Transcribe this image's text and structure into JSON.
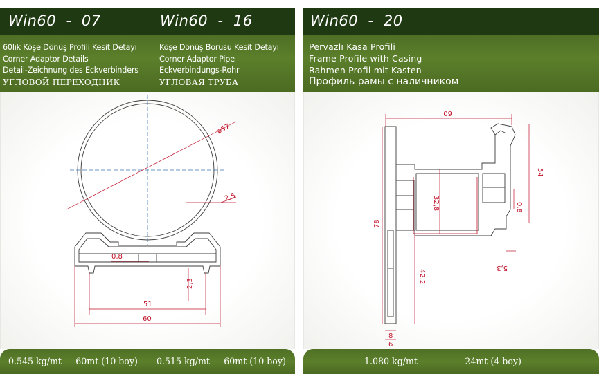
{
  "left": {
    "titles": [
      "Win60  -  07",
      "Win60  -  16"
    ],
    "col1": [
      "60lık Köşe Dönüş Profili Kesit Detayı",
      "Corner Adaptor Details",
      "Detail-Zeichnung des Eckverbinders",
      "УГЛОВОЙ ПЕРЕХОДНИК"
    ],
    "col2": [
      "Köşe Dönüş Borusu Kesit Detayı",
      "Corner Adaptor Pipe",
      "Eckverbindungs-Rohr",
      "УГЛОВАЯ ТРУБА"
    ],
    "dims": {
      "diameter": "ø57",
      "wall": "2,5",
      "slot": "0,8",
      "foot": "2,3",
      "inner": "51",
      "outer": "60"
    },
    "footer": [
      "0.545 kg/mt  -  60mt (10 boy)",
      "0.515 kg/mt  -  60mt (10 boy)"
    ]
  },
  "right": {
    "title": "Win60  -  20",
    "lines": [
      "Pervazlı Kasa Profili",
      "Frame Profile with Casing",
      "Rahmen Profil mit Kasten",
      "Профиль рамы с наличником"
    ],
    "dims": {
      "width": "60",
      "height": "54",
      "chamber": "32,8",
      "step": "0,8",
      "total": "78",
      "lower": "42,2",
      "lip": "5,3",
      "b1": "8",
      "b2": "6"
    },
    "footer": "1.080 kg/mt          -      24mt (4 boy)"
  },
  "colors": {
    "title_bg": "#1f3a12",
    "accent_green": "#5b7f2b",
    "dimension_red": "#c0122a"
  }
}
